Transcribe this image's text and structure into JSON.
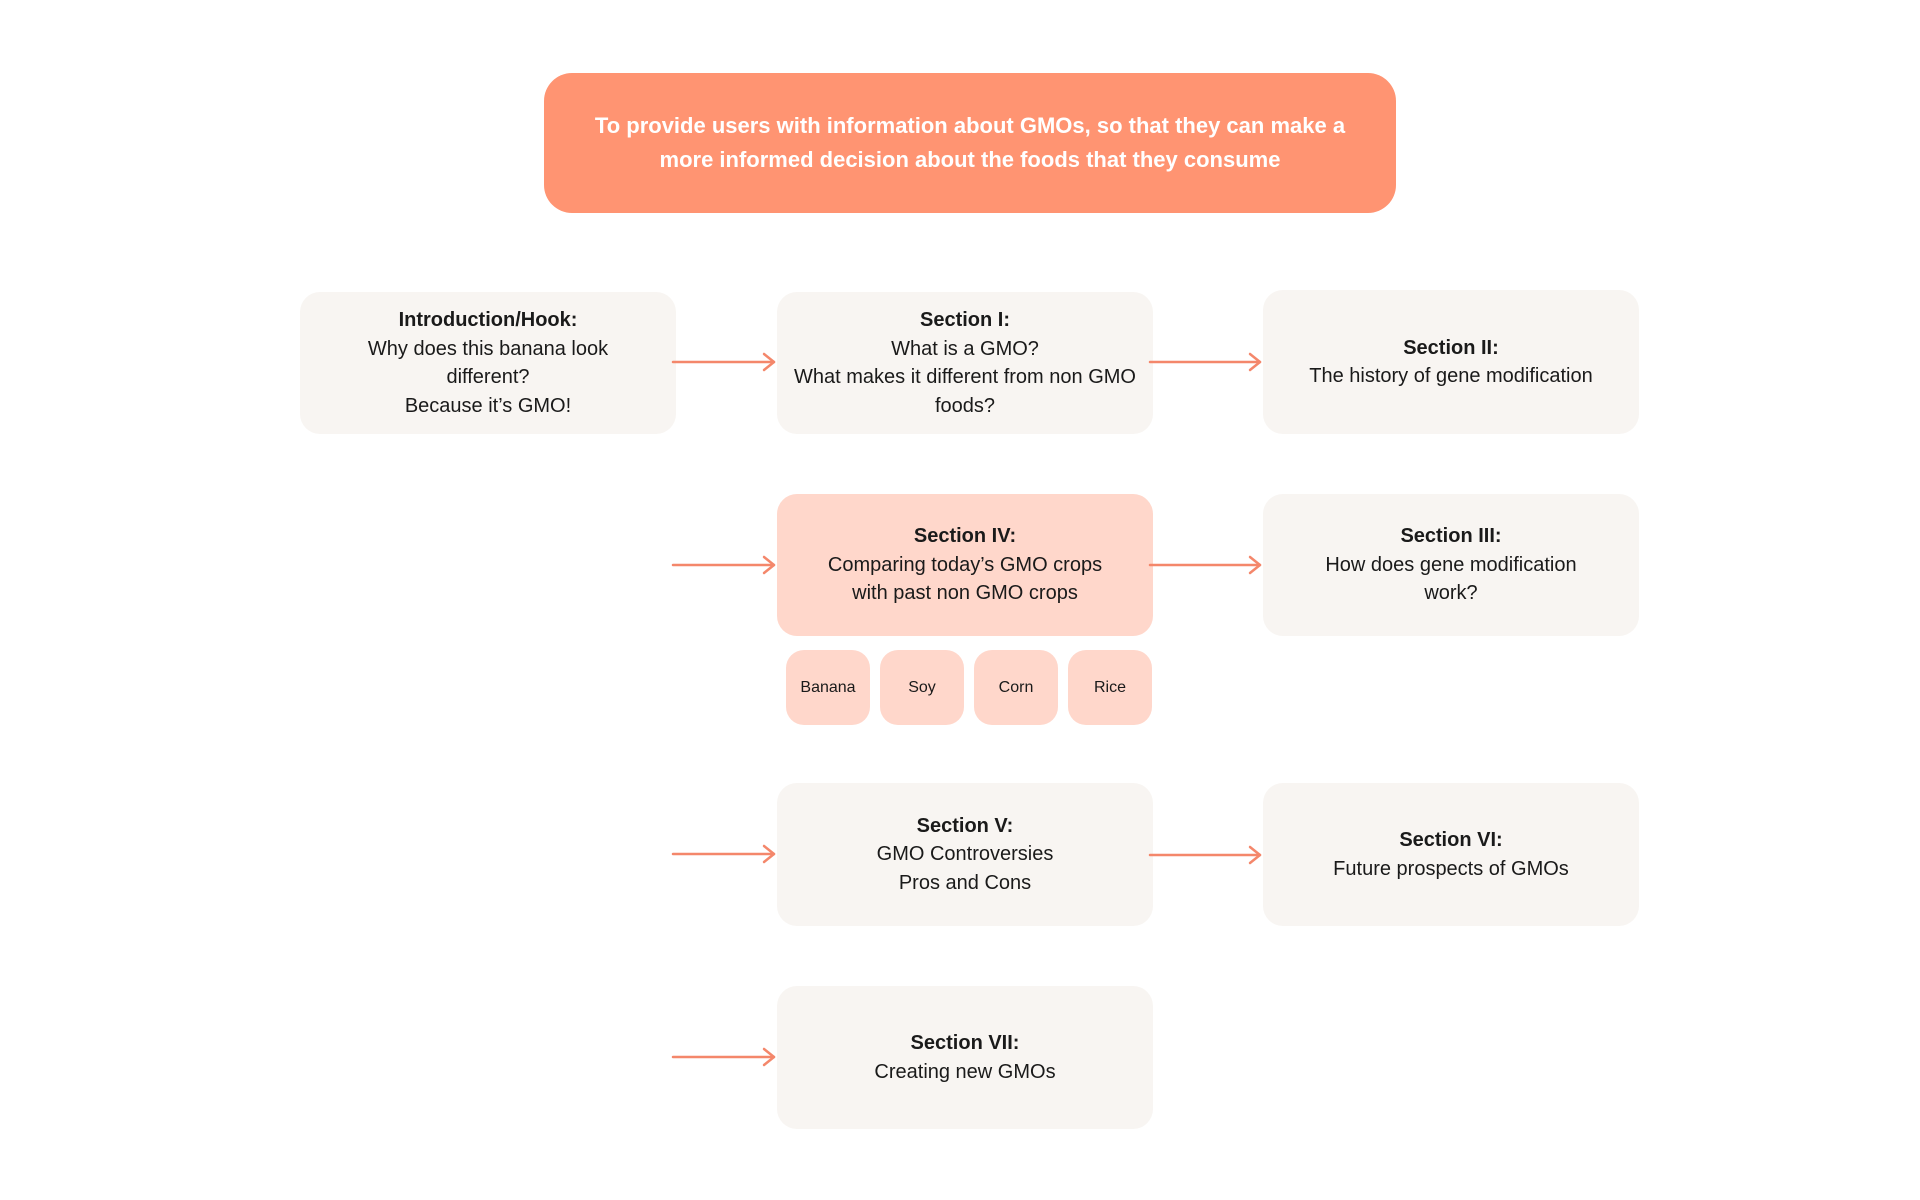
{
  "goal": {
    "text": "To provide users with information about GMOs, so that they can make a more informed decision about the foods that they consume"
  },
  "nodes": {
    "intro": {
      "title": "Introduction/Hook:",
      "lines": [
        "Why does this banana look different?",
        "Because it’s GMO!"
      ]
    },
    "s1": {
      "title": "Section I:",
      "lines": [
        "What is a GMO?",
        "What makes it different from non GMO foods?"
      ]
    },
    "s2": {
      "title": "Section II:",
      "lines": [
        "The history of gene modification"
      ]
    },
    "s3": {
      "title": "Section III:",
      "lines": [
        "How does gene modification work?"
      ]
    },
    "s4": {
      "title": "Section IV:",
      "lines": [
        "Comparing today’s GMO crops with past non GMO crops"
      ]
    },
    "s5": {
      "title": "Section V:",
      "lines": [
        "GMO Controversies",
        "Pros and Cons"
      ]
    },
    "s6": {
      "title": "Section VI:",
      "lines": [
        "Future prospects of GMOs"
      ]
    },
    "s7": {
      "title": "Section VII:",
      "lines": [
        "Creating new GMOs"
      ]
    }
  },
  "crops": [
    "Banana",
    "Soy",
    "Corn",
    "Rice"
  ],
  "colors": {
    "accent": "#ff9472",
    "highlight": "#ffd7cb",
    "card": "#f8f5f2",
    "arrow": "#f4876b"
  }
}
